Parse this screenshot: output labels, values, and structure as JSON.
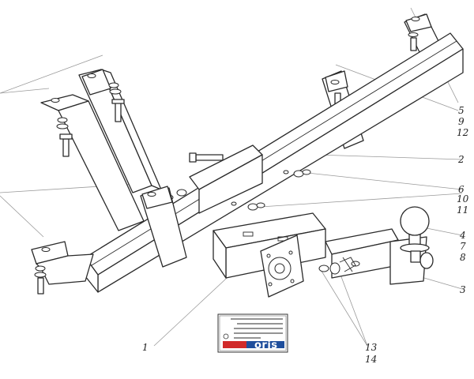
{
  "callouts": {
    "c1": "1",
    "c2": "2",
    "c3": "3",
    "c4": "4",
    "c5": "5",
    "c6": "6",
    "c7": "7",
    "c8": "8",
    "c9": "9",
    "c10": "10",
    "c11": "11",
    "c12": "12",
    "c13": "13",
    "c14": "14"
  },
  "plate": {
    "brand": "oris",
    "brand_color": "#1f4e9c",
    "accent_color": "#d12a2a"
  }
}
